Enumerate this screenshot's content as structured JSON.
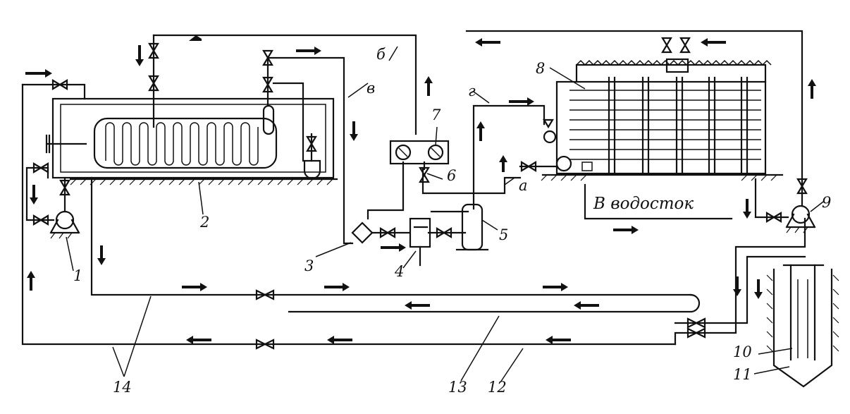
{
  "labels": {
    "n1": "1",
    "n2": "2",
    "n3": "3",
    "n4": "4",
    "n5": "5",
    "n6": "6",
    "n7": "7",
    "n8": "8",
    "n9": "9",
    "n10": "10",
    "n11": "11",
    "n12": "12",
    "n13": "13",
    "n14": "14"
  },
  "letters": {
    "a": "а",
    "b": "б",
    "v": "в",
    "g": "г"
  },
  "drain_caption": "В водосток"
}
